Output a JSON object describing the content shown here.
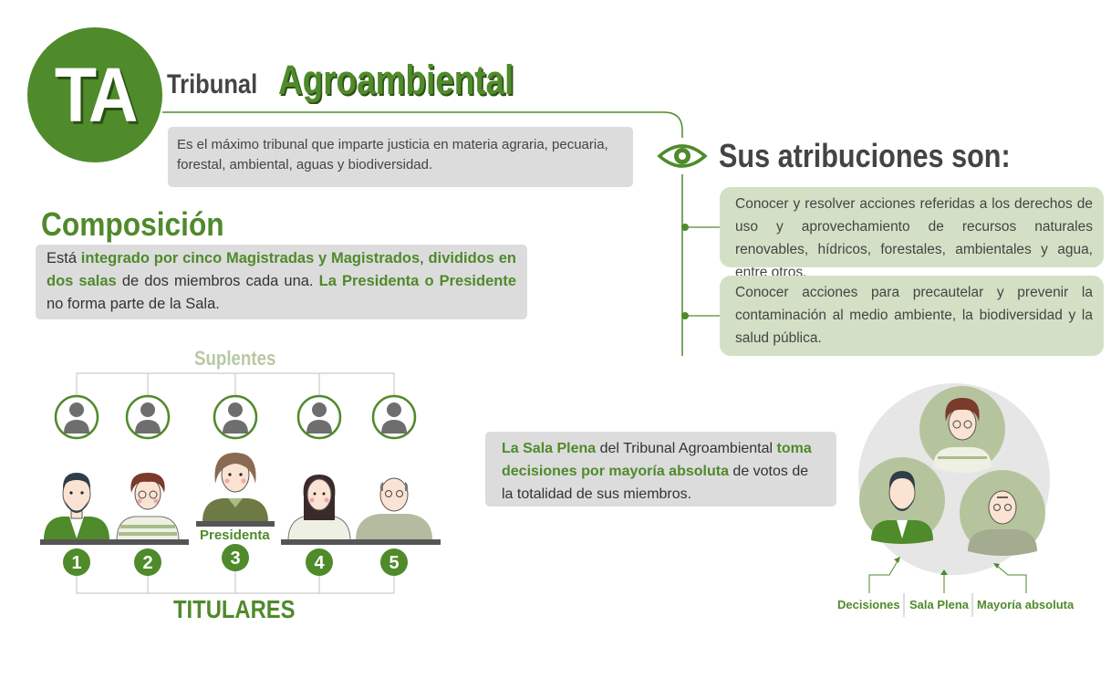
{
  "header": {
    "logo_text": "TA",
    "title_part1": "Tribunal",
    "title_part2": "Agroambiental",
    "description": "Es el máximo tribunal que imparte justicia en materia agraria, pecuaria, forestal, ambiental, aguas y biodiversidad."
  },
  "composicion": {
    "title": "Composición",
    "text": [
      {
        "t": "Está ",
        "g": false
      },
      {
        "t": "integrado por cinco Magistradas y Magistrados",
        "g": true
      },
      {
        "t": ", ",
        "g": false
      },
      {
        "t": "divididos en dos salas",
        "g": true
      },
      {
        "t": " de dos miembros cada una. ",
        "g": false
      },
      {
        "t": "La Presidenta o Presidente",
        "g": true
      },
      {
        "t": " no forma parte de la Sala.",
        "g": false
      }
    ]
  },
  "atribuciones": {
    "title": "Sus atribuciones son:",
    "items": [
      "Conocer y resolver acciones referidas a los derechos de uso y aprovechamiento de recursos naturales renovables, hídricos, forestales, ambientales y agua, entre otros.",
      "Conocer acciones para precautelar y prevenir la contaminación al medio ambiente, la biodiversidad y la salud pública."
    ]
  },
  "organigrama": {
    "suplentes_label": "Suplentes",
    "titulares_label": "TITULARES",
    "presidenta_label": "Presidenta",
    "numbers": [
      "1",
      "2",
      "3",
      "4",
      "5"
    ]
  },
  "sala_plena": {
    "text": [
      {
        "t": "La Sala Plena",
        "g": true
      },
      {
        "t": " del Tribunal Agroambiental ",
        "g": false
      },
      {
        "t": "toma decisiones por mayoría absoluta",
        "g": true
      },
      {
        "t": " de votos de la totalidad de sus miembros.",
        "g": false
      }
    ],
    "labels": [
      "Decisiones",
      "Sala Plena",
      "Mayoría absoluta"
    ]
  },
  "colors": {
    "green": "#4f8a2b",
    "light_green": "#d4e0c5",
    "gray_box": "#dcdcdc",
    "circle_gray": "#e6e6e6"
  }
}
